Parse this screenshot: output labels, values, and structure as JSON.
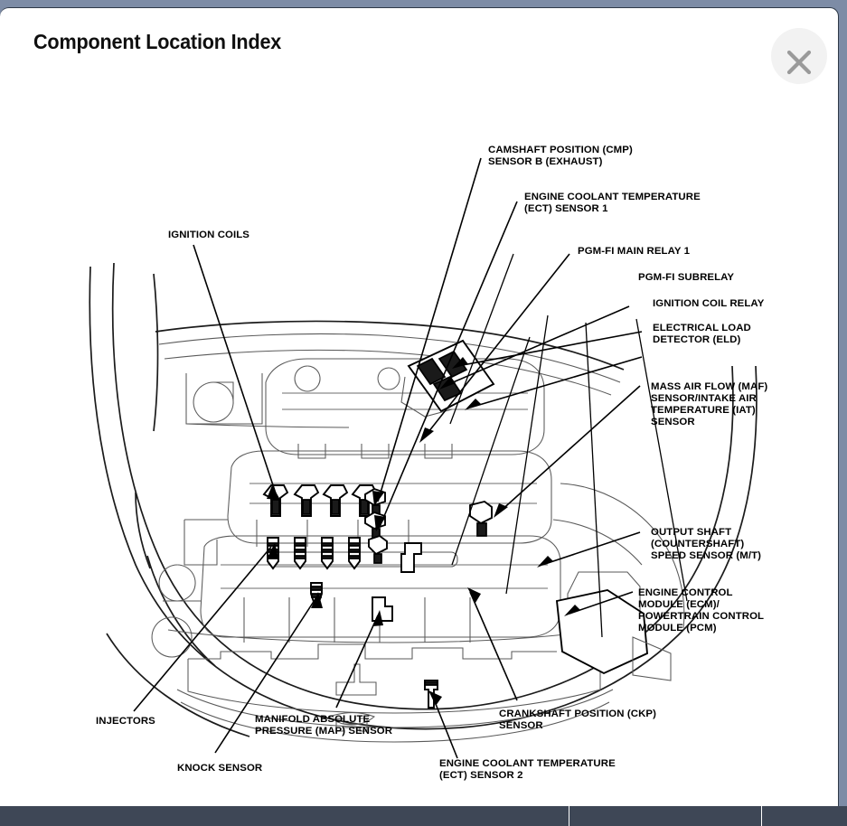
{
  "window": {
    "background_color": "#7d8ca6",
    "card_background": "#ffffff"
  },
  "dialog": {
    "title": "Component Location Index",
    "close_icon": "close-x-icon",
    "close_label": "Close",
    "close_circle_color": "#f2f2f2",
    "close_glyph_color": "#9a9a9a"
  },
  "diagram": {
    "name": "engine-compartment-component-location-diagram",
    "alt": "Top view line drawing of an engine compartment with leader lines pointing to engine management components",
    "emblem": "honda-h-emblem",
    "callouts": [
      {
        "id": "ignition-coils",
        "text": "IGNITION COILS",
        "lines": [
          "IGNITION COILS"
        ]
      },
      {
        "id": "cmp-sensor-b",
        "text": "CAMSHAFT POSITION (CMP) SENSOR B (EXHAUST)",
        "lines": [
          "CAMSHAFT POSITION (CMP)",
          "SENSOR B (EXHAUST)"
        ]
      },
      {
        "id": "ect-sensor-1",
        "text": "ENGINE COOLANT TEMPERATURE (ECT) SENSOR 1",
        "lines": [
          "ENGINE COOLANT TEMPERATURE",
          "(ECT) SENSOR 1"
        ]
      },
      {
        "id": "pgm-fi-main-relay-1",
        "text": "PGM-FI MAIN RELAY 1",
        "lines": [
          "PGM-FI MAIN RELAY 1"
        ]
      },
      {
        "id": "pgm-fi-subrelay",
        "text": "PGM-FI SUBRELAY",
        "lines": [
          "PGM-FI SUBRELAY"
        ]
      },
      {
        "id": "ignition-coil-relay",
        "text": "IGNITION COIL RELAY",
        "lines": [
          "IGNITION COIL RELAY"
        ]
      },
      {
        "id": "eld",
        "text": "ELECTRICAL LOAD DETECTOR (ELD)",
        "lines": [
          "ELECTRICAL LOAD",
          "DETECTOR (ELD)"
        ]
      },
      {
        "id": "maf-iat-sensor",
        "text": "MASS AIR FLOW (MAF) SENSOR/INTAKE AIR TEMPERATURE (IAT) SENSOR",
        "lines": [
          "MASS AIR FLOW (MAF)",
          "SENSOR/INTAKE AIR",
          "TEMPERATURE (IAT)",
          "SENSOR"
        ]
      },
      {
        "id": "output-shaft-speed-sensor",
        "text": "OUTPUT SHAFT (COUNTERSHAFT) SPEED SENSOR (M/T)",
        "lines": [
          "OUTPUT SHAFT",
          "(COUNTERSHAFT)",
          "SPEED SENSOR (M/T)"
        ]
      },
      {
        "id": "ecm-pcm",
        "text": "ENGINE CONTROL MODULE (ECM)/POWERTRAIN CONTROL MODULE (PCM)",
        "lines": [
          "ENGINE CONTROL",
          "MODULE (ECM)/",
          "POWERTRAIN CONTROL",
          "MODULE (PCM)"
        ]
      },
      {
        "id": "injectors",
        "text": "INJECTORS",
        "lines": [
          "INJECTORS"
        ]
      },
      {
        "id": "map-sensor",
        "text": "MANIFOLD ABSOLUTE PRESSURE (MAP) SENSOR",
        "lines": [
          "MANIFOLD ABSOLUTE",
          "PRESSURE (MAP) SENSOR"
        ]
      },
      {
        "id": "knock-sensor",
        "text": "KNOCK SENSOR",
        "lines": [
          "KNOCK SENSOR"
        ]
      },
      {
        "id": "ckp-sensor",
        "text": "CRANKSHAFT POSITION (CKP) SENSOR",
        "lines": [
          "CRANKSHAFT POSITION (CKP)",
          "SENSOR"
        ]
      },
      {
        "id": "ect-sensor-2",
        "text": "ENGINE COOLANT TEMPERATURE (ECT) SENSOR 2",
        "lines": [
          "ENGINE COOLANT TEMPERATURE",
          "(ECT) SENSOR 2"
        ]
      }
    ]
  },
  "bottom_bar": {
    "color": "#3e4756",
    "segments": [
      "",
      "",
      ""
    ]
  }
}
